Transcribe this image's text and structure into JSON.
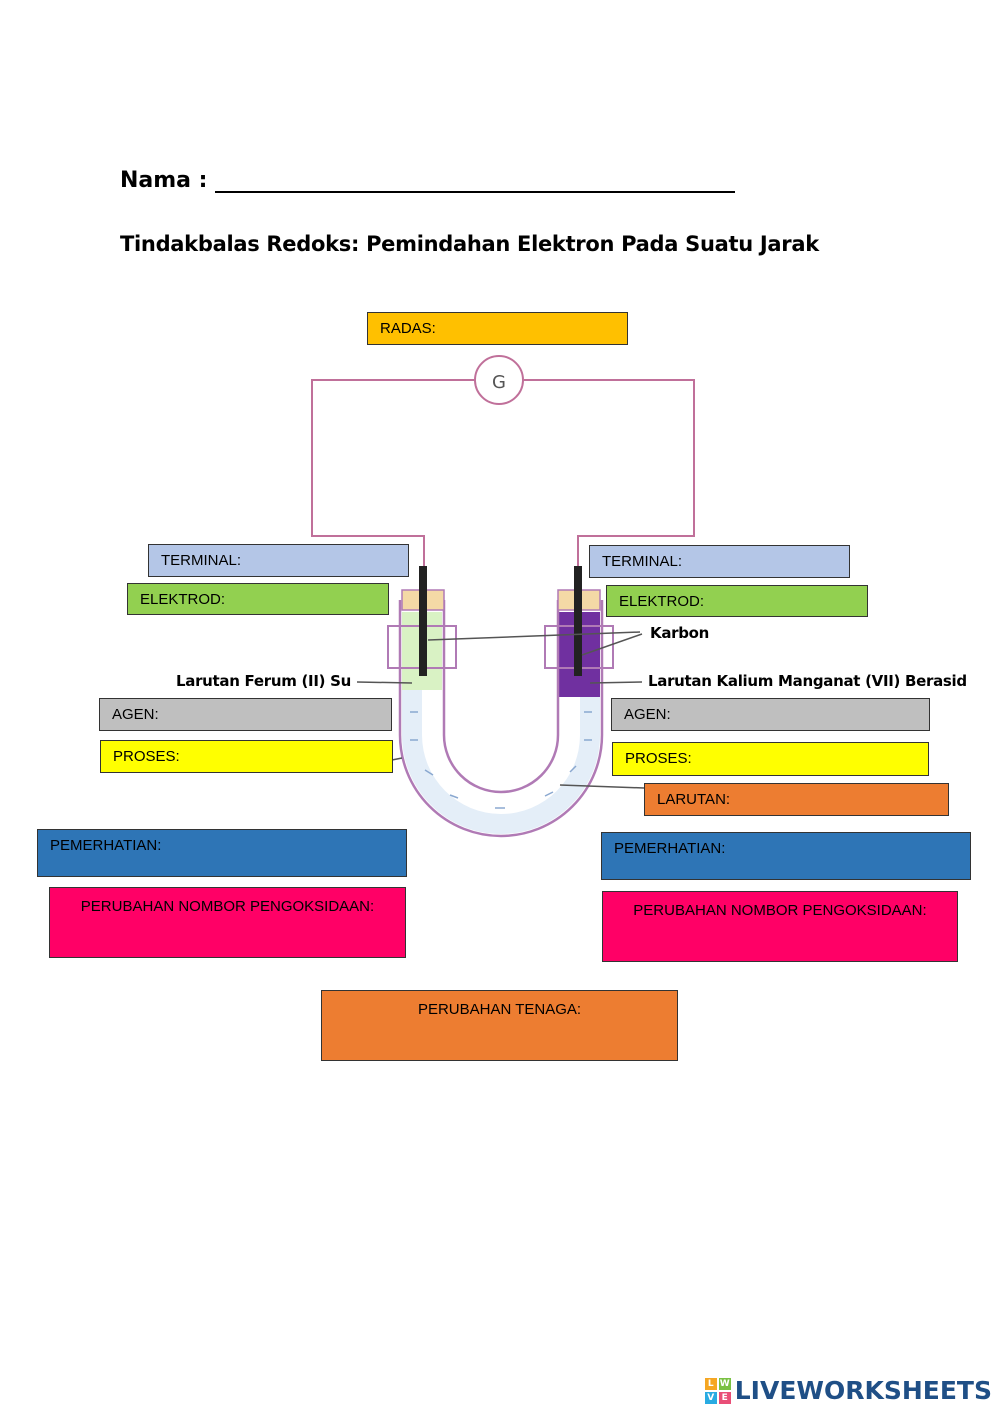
{
  "header": {
    "name_label": "Nama :",
    "title": "Tindakbalas Redoks: Pemindahan Elektron Pada Suatu Jarak"
  },
  "diagram": {
    "galvanometer_label": "G",
    "carbon_label": "Karbon",
    "left_solution_label": "Larutan Ferum (II) Su",
    "right_solution_label": "Larutan Kalium Manganat (VII) Berasid"
  },
  "boxes": {
    "radas": "RADAS:",
    "terminal_left": "TERMINAL:",
    "terminal_right": "TERMINAL:",
    "elektrod_left": "ELEKTROD:",
    "elektrod_right": "ELEKTROD:",
    "agen_left": "AGEN:",
    "agen_right": "AGEN:",
    "proses_left": "PROSES:",
    "proses_right": "PROSES:",
    "larutan": "LARUTAN:",
    "pemerhatian_left": "PEMERHATIAN:",
    "pemerhatian_right": "PEMERHATIAN:",
    "perubahan_no_left": "PERUBAHAN NOMBOR PENGOKSIDAAN:",
    "perubahan_no_right": "PERUBAHAN NOMBOR PENGOKSIDAAN:",
    "perubahan_tenaga": "PERUBAHAN TENAGA:"
  },
  "colors": {
    "radas": "#ffc000",
    "terminal": "#b4c6e7",
    "elektrod": "#92d050",
    "agen": "#bfbfbf",
    "proses": "#ffff00",
    "larutan": "#ed7d31",
    "pemerhatian": "#2e75b6",
    "perubahan_no": "#ff0066",
    "perubahan_tenaga": "#ed7d31",
    "wire": "#c0709a",
    "left_solution": "#d9f2c4",
    "right_solution": "#7030a0",
    "electrolyte": "#e4eef8"
  },
  "footer": {
    "logo_text": "LIVEWORKSHEETS"
  }
}
